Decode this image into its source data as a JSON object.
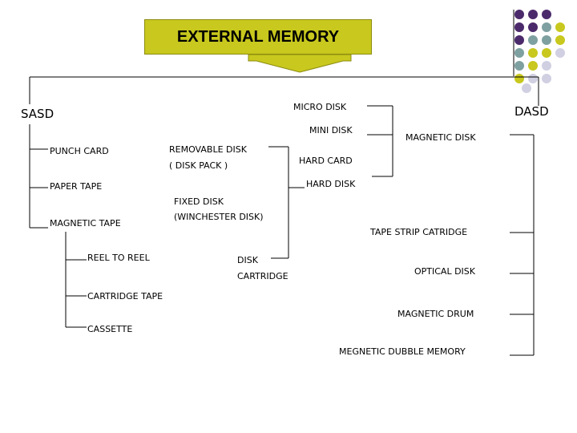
{
  "title": "EXTERNAL MEMORY",
  "colors": {
    "title_fill": "#c8c81e",
    "dot_purple": "#4b2a6b",
    "dot_teal": "#7ea0a0",
    "dot_olive": "#c8c81e",
    "dot_lavender": "#d0d0e2"
  },
  "sasd": {
    "label": "SASD",
    "punch_card": "PUNCH CARD",
    "paper_tape": "PAPER TAPE",
    "magnetic_tape": "MAGNETIC TAPE",
    "reel_to_reel": "REEL TO REEL",
    "cartridge_tape": "CARTRIDGE TAPE",
    "cassette": "CASSETTE"
  },
  "dasd": {
    "label": "DASD",
    "micro_disk": "MICRO DISK",
    "mini_disk": "MINI DISK",
    "magnetic_disk": "MAGNETIC DISK",
    "removable_disk": "REMOVABLE DISK",
    "disk_pack": "( DISK PACK )",
    "hard_card": "HARD CARD",
    "hard_disk": "HARD DISK",
    "fixed_disk": "FIXED DISK",
    "winchester": "(WINCHESTER DISK)",
    "disk": "DISK",
    "cartridge": "CARTRIDGE",
    "tape_strip": "TAPE STRIP CATRIDGE",
    "optical_disk": "OPTICAL DISK",
    "magnetic_drum": "MAGNETIC DRUM",
    "bubble_memory": "MEGNETIC DUBBLE MEMORY"
  }
}
